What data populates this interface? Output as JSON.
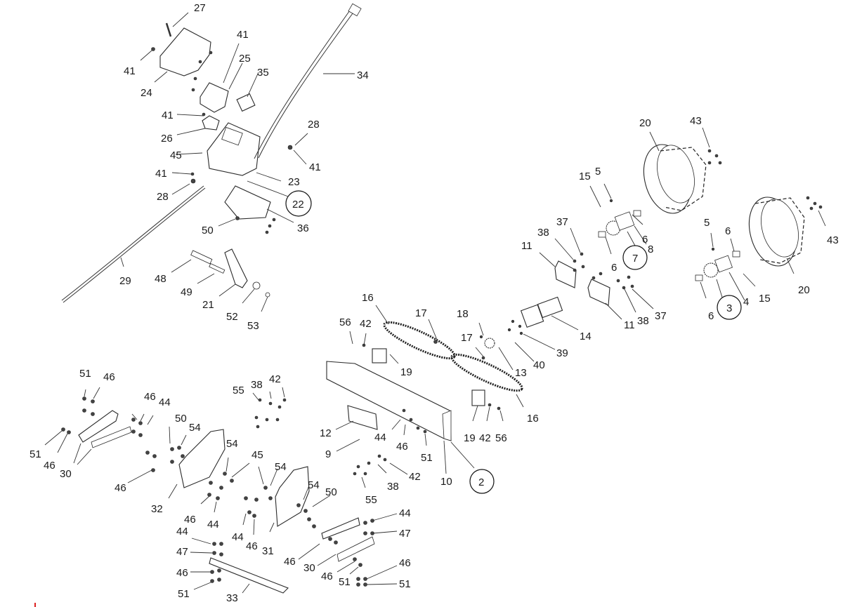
{
  "diagram": {
    "type": "exploded-parts-view",
    "subject": "tracked/wheeled drive assembly with handle controls",
    "callouts": [
      {
        "id": "c27a",
        "label": "27"
      },
      {
        "id": "c41a",
        "label": "41"
      },
      {
        "id": "c24",
        "label": "24"
      },
      {
        "id": "c41b",
        "label": "41"
      },
      {
        "id": "c25",
        "label": "25"
      },
      {
        "id": "c35",
        "label": "35"
      },
      {
        "id": "c34",
        "label": "34"
      },
      {
        "id": "c41c",
        "label": "41"
      },
      {
        "id": "c26",
        "label": "26"
      },
      {
        "id": "c28a",
        "label": "28"
      },
      {
        "id": "c41d",
        "label": "41"
      },
      {
        "id": "c45a",
        "label": "45"
      },
      {
        "id": "c41e",
        "label": "41"
      },
      {
        "id": "c28b",
        "label": "28"
      },
      {
        "id": "c23",
        "label": "23"
      },
      {
        "id": "c22",
        "label": "22",
        "circled": true
      },
      {
        "id": "c50a",
        "label": "50"
      },
      {
        "id": "c36",
        "label": "36"
      },
      {
        "id": "c29",
        "label": "29"
      },
      {
        "id": "c48",
        "label": "48"
      },
      {
        "id": "c49",
        "label": "49"
      },
      {
        "id": "c21",
        "label": "21"
      },
      {
        "id": "c52",
        "label": "52"
      },
      {
        "id": "c53",
        "label": "53"
      },
      {
        "id": "c20a",
        "label": "20"
      },
      {
        "id": "c43a",
        "label": "43"
      },
      {
        "id": "c15a",
        "label": "15"
      },
      {
        "id": "c5a",
        "label": "5"
      },
      {
        "id": "c6a",
        "label": "6"
      },
      {
        "id": "c8",
        "label": "8"
      },
      {
        "id": "c7",
        "label": "7",
        "circled": true
      },
      {
        "id": "c6b",
        "label": "6"
      },
      {
        "id": "c37a",
        "label": "37"
      },
      {
        "id": "c38a",
        "label": "38"
      },
      {
        "id": "c11a",
        "label": "11"
      },
      {
        "id": "c11b",
        "label": "11"
      },
      {
        "id": "c38b",
        "label": "38"
      },
      {
        "id": "c37b",
        "label": "37"
      },
      {
        "id": "c5b",
        "label": "5"
      },
      {
        "id": "c6c",
        "label": "6"
      },
      {
        "id": "c43b",
        "label": "43"
      },
      {
        "id": "c20b",
        "label": "20"
      },
      {
        "id": "c15b",
        "label": "15"
      },
      {
        "id": "c4",
        "label": "4"
      },
      {
        "id": "c3",
        "label": "3",
        "circled": true
      },
      {
        "id": "c6d",
        "label": "6"
      },
      {
        "id": "c14",
        "label": "14"
      },
      {
        "id": "c39",
        "label": "39"
      },
      {
        "id": "c40",
        "label": "40"
      },
      {
        "id": "c13",
        "label": "13"
      },
      {
        "id": "c18",
        "label": "18"
      },
      {
        "id": "c17a",
        "label": "17"
      },
      {
        "id": "c17b",
        "label": "17"
      },
      {
        "id": "c16a",
        "label": "16"
      },
      {
        "id": "c16b",
        "label": "16"
      },
      {
        "id": "c56a",
        "label": "56"
      },
      {
        "id": "c42a",
        "label": "42"
      },
      {
        "id": "c19a",
        "label": "19"
      },
      {
        "id": "c19b",
        "label": "19"
      },
      {
        "id": "c42b",
        "label": "42"
      },
      {
        "id": "c56b",
        "label": "56"
      },
      {
        "id": "c12",
        "label": "12"
      },
      {
        "id": "c9",
        "label": "9"
      },
      {
        "id": "c44a",
        "label": "44"
      },
      {
        "id": "c46a",
        "label": "46"
      },
      {
        "id": "c51a",
        "label": "51"
      },
      {
        "id": "c10",
        "label": "10"
      },
      {
        "id": "c2",
        "label": "2",
        "circled": true
      },
      {
        "id": "c42c",
        "label": "42"
      },
      {
        "id": "c38c",
        "label": "38"
      },
      {
        "id": "c55a",
        "label": "55"
      },
      {
        "id": "c55b",
        "label": "55"
      },
      {
        "id": "c38d",
        "label": "38"
      },
      {
        "id": "c42d",
        "label": "42"
      },
      {
        "id": "c51b",
        "label": "51"
      },
      {
        "id": "c46b",
        "label": "46"
      },
      {
        "id": "c51c",
        "label": "51"
      },
      {
        "id": "c46c",
        "label": "46"
      },
      {
        "id": "c30a",
        "label": "30"
      },
      {
        "id": "c46d",
        "label": "46"
      },
      {
        "id": "c44b",
        "label": "44"
      },
      {
        "id": "c50b",
        "label": "50"
      },
      {
        "id": "c54a",
        "label": "54"
      },
      {
        "id": "c46e",
        "label": "46"
      },
      {
        "id": "c32",
        "label": "32"
      },
      {
        "id": "c54b",
        "label": "54"
      },
      {
        "id": "c45b",
        "label": "45"
      },
      {
        "id": "c54c",
        "label": "54"
      },
      {
        "id": "c54d",
        "label": "54"
      },
      {
        "id": "c50c",
        "label": "50"
      },
      {
        "id": "c46f",
        "label": "46"
      },
      {
        "id": "c44c",
        "label": "44"
      },
      {
        "id": "c44d",
        "label": "44"
      },
      {
        "id": "c46g",
        "label": "46"
      },
      {
        "id": "c31",
        "label": "31"
      },
      {
        "id": "c44e",
        "label": "44"
      },
      {
        "id": "c47a",
        "label": "47"
      },
      {
        "id": "c46h",
        "label": "46"
      },
      {
        "id": "c51d",
        "label": "51"
      },
      {
        "id": "c33",
        "label": "33"
      },
      {
        "id": "c46i",
        "label": "46"
      },
      {
        "id": "c30b",
        "label": "30"
      },
      {
        "id": "c44f",
        "label": "44"
      },
      {
        "id": "c47b",
        "label": "47"
      },
      {
        "id": "c46j",
        "label": "46"
      },
      {
        "id": "c51e",
        "label": "51"
      },
      {
        "id": "c46k",
        "label": "46"
      },
      {
        "id": "c51f",
        "label": "51"
      }
    ],
    "colors": {
      "line": "#2a2a2a",
      "text": "#1a1a1a",
      "background": "#ffffff",
      "corner_mark": "#dd2222"
    }
  }
}
